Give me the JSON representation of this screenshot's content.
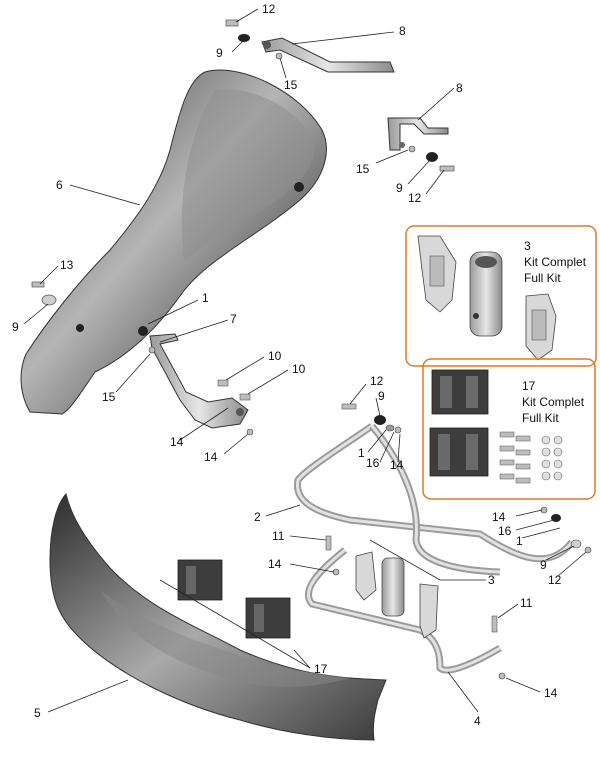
{
  "callouts": {
    "c12a": "12",
    "c9a": "9",
    "c8a": "8",
    "c15a": "15",
    "c8b": "8",
    "c15b": "15",
    "c9b": "9",
    "c12b": "12",
    "c6": "6",
    "c13": "13",
    "c9c": "9",
    "c1a": "1",
    "c7": "7",
    "c15c": "15",
    "c10a": "10",
    "c10b": "10",
    "c14a": "14",
    "c14b": "14",
    "c12c": "12",
    "c9d": "9",
    "c1b": "1",
    "c16a": "16",
    "c14c": "14",
    "c2": "2",
    "c11a": "11",
    "c14d": "14",
    "c14e": "14",
    "c16b": "16",
    "c1c": "1",
    "c9e": "9",
    "c12d": "12",
    "c3": "3",
    "c11b": "11",
    "c5": "5",
    "c17": "17",
    "c4": "4",
    "c14f": "14"
  },
  "kits": {
    "kit3": {
      "number": "3",
      "line1": "Kit Complet",
      "line2": "Full Kit"
    },
    "kit17": {
      "number": "17",
      "line1": "Kit Complet",
      "line2": "Full Kit"
    }
  },
  "colors": {
    "kit_border": "#e07a1f",
    "part_dark": "#4a4a4a",
    "part_light": "#cfcfcf"
  }
}
